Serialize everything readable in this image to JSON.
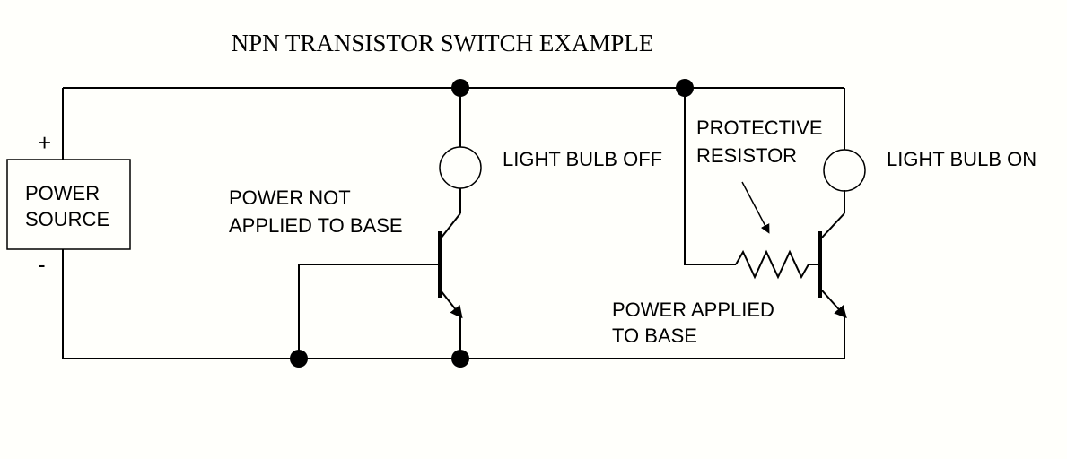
{
  "title": "NPN TRANSISTOR SWITCH EXAMPLE",
  "power_source": {
    "line1": "POWER",
    "line2": "SOURCE",
    "plus": "+",
    "minus": "-"
  },
  "off_branch": {
    "base_label_line1": "POWER NOT",
    "base_label_line2": "APPLIED TO BASE",
    "bulb_label": "LIGHT BULB OFF"
  },
  "on_branch": {
    "resistor_label_line1": "PROTECTIVE",
    "resistor_label_line2": "RESISTOR",
    "bulb_label": "LIGHT BULB ON",
    "base_label_line1": "POWER APPLIED",
    "base_label_line2": "TO BASE"
  },
  "colors": {
    "wire": "#000000",
    "bulb_off_fill": "#ffffff",
    "bulb_on_fill": "#ffff00",
    "background": "#fffffb"
  }
}
